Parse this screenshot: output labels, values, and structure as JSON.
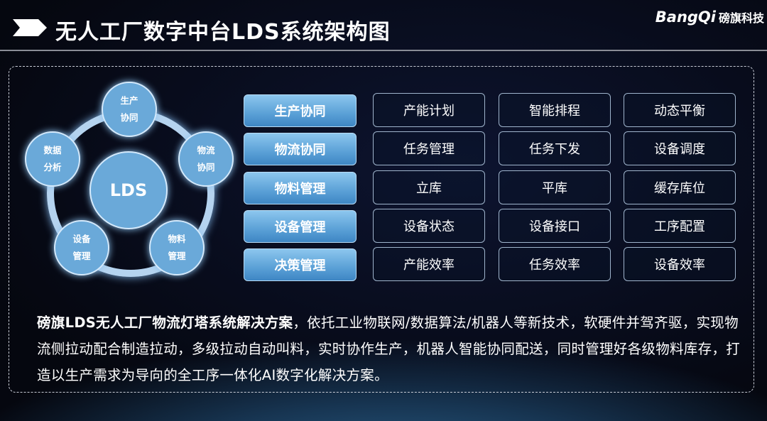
{
  "header": {
    "title": "无人工厂数字中台LDS系统架构图",
    "brand_en": "BangQi",
    "brand_cn": "磅旗科技"
  },
  "diagram": {
    "center": "LDS",
    "nodes": [
      {
        "line1": "生产",
        "line2": "协同"
      },
      {
        "line1": "物流",
        "line2": "协同"
      },
      {
        "line1": "物料",
        "line2": "管理"
      },
      {
        "line1": "设备",
        "line2": "管理"
      },
      {
        "line1": "数据",
        "line2": "分析"
      }
    ]
  },
  "categories": [
    {
      "label": "生产协同",
      "items": [
        "产能计划",
        "智能排程",
        "动态平衡"
      ]
    },
    {
      "label": "物流协同",
      "items": [
        "任务管理",
        "任务下发",
        "设备调度"
      ]
    },
    {
      "label": "物料管理",
      "items": [
        "立库",
        "平库",
        "缓存库位"
      ]
    },
    {
      "label": "设备管理",
      "items": [
        "设备状态",
        "设备接口",
        "工序配置"
      ]
    },
    {
      "label": "决策管理",
      "items": [
        "产能效率",
        "任务效率",
        "设备效率"
      ]
    }
  ],
  "description": {
    "bold": "磅旗LDS无人工厂物流灯塔系统解决方案",
    "text": "，依托工业物联网/数据算法/机器人等新技术，软硬件并驾齐驱，实现物流侧拉动配合制造拉动，多级拉动自动叫料，实时协作生产，机器人智能协同配送，同时管理好各级物料库存，打造以生产需求为导向的全工序一体化AI数字化解决方案。"
  }
}
